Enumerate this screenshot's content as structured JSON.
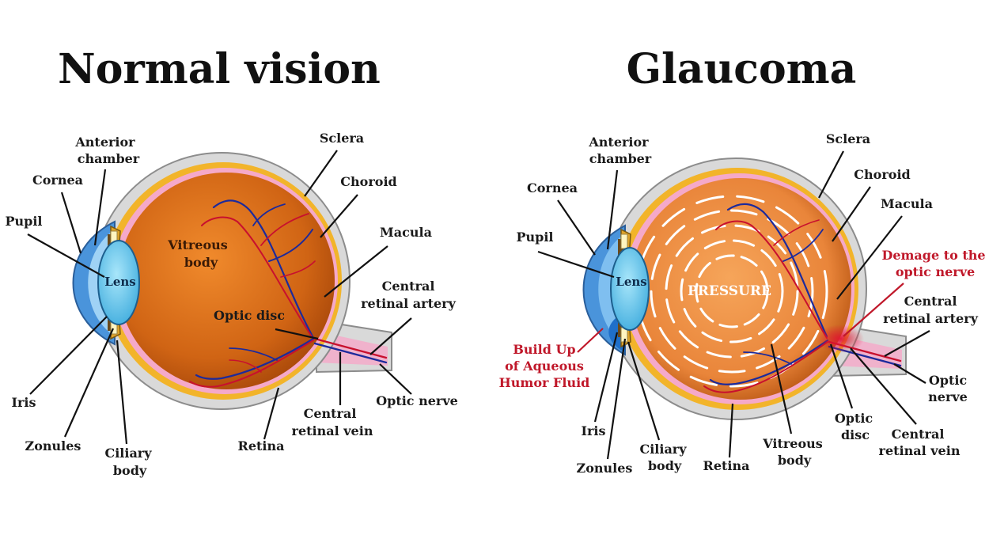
{
  "titles": {
    "normal": "Normal vision",
    "glaucoma": "Glaucoma"
  },
  "colors": {
    "sclera": "#d9d9d9",
    "choroid": "#f2b42a",
    "retina": "#f5a9c9",
    "vitreous": "#cf6212",
    "cornea": "#4a94db",
    "lens": "#5cc6ee",
    "artery": "#c8102e",
    "vein": "#1c2a9c",
    "warning": "#c0182a"
  },
  "normal": {
    "anterior_chamber": [
      "Anterior",
      "chamber"
    ],
    "cornea": "Cornea",
    "pupil": "Pupil",
    "lens": "Lens",
    "vitreous_body": [
      "Vitreous",
      "body"
    ],
    "sclera": "Sclera",
    "choroid": "Choroid",
    "macula": "Macula",
    "central_retinal_artery": [
      "Central",
      "retinal artery"
    ],
    "optic_disc": "Optic disc",
    "optic_nerve": "Optic nerve",
    "central_retinal_vein": [
      "Central",
      "retinal vein"
    ],
    "retina": "Retina",
    "iris": "Iris",
    "zonules": "Zonules",
    "ciliary_body": [
      "Ciliary",
      "body"
    ]
  },
  "glaucoma": {
    "anterior_chamber": [
      "Anterior",
      "chamber"
    ],
    "cornea": "Cornea",
    "pupil": "Pupil",
    "lens": "Lens",
    "pressure": "PRESSURE",
    "sclera": "Sclera",
    "choroid": "Choroid",
    "macula": "Macula",
    "damage": [
      "Demage to the",
      "optic nerve"
    ],
    "central_retinal_artery": [
      "Central",
      "retinal artery"
    ],
    "optic_nerve": [
      "Optic",
      "nerve"
    ],
    "central_retinal_vein": [
      "Central",
      "retinal vein"
    ],
    "optic_disc": [
      "Optic",
      "disc"
    ],
    "vitreous_body": [
      "Vitreous",
      "body"
    ],
    "retina": "Retina",
    "ciliary_body": [
      "Ciliary",
      "body"
    ],
    "zonules": "Zonules",
    "iris": "Iris",
    "build_up": [
      "Build Up",
      "of Aqueous",
      "Humor Fluid"
    ]
  }
}
